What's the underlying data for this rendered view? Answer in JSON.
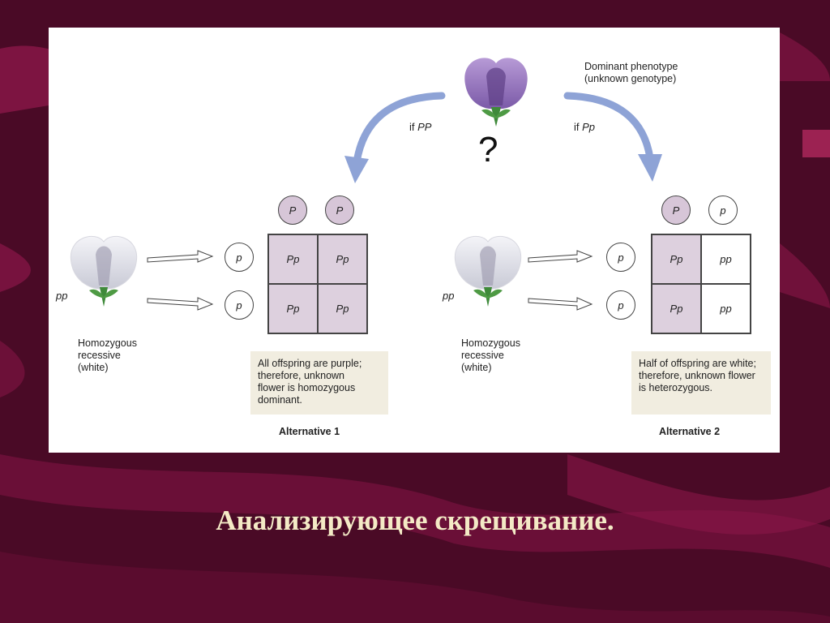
{
  "colors": {
    "background": "#4a0a26",
    "panel": "#ffffff",
    "purple_cell": "#ddd0de",
    "note_bg": "#f1ede0",
    "caption": "#f4eac6",
    "arrow_blue": "#8ea3d6"
  },
  "top": {
    "dominant_label": "Dominant phenotype\n(unknown genotype)",
    "question_mark": "?",
    "if_left_prefix": "if ",
    "if_left_genotype": "PP",
    "if_right_prefix": "if ",
    "if_right_genotype": "Pp"
  },
  "alternative1": {
    "parent_genotype": "pp",
    "parent_label": "Homozygous\nrecessive\n(white)",
    "top_alleles": [
      "P",
      "P"
    ],
    "side_alleles": [
      "p",
      "p"
    ],
    "cells": [
      "Pp",
      "Pp",
      "Pp",
      "Pp"
    ],
    "note": "All offspring are purple;\ntherefore, unknown\nflower is homozygous\ndominant.",
    "title": "Alternative 1"
  },
  "alternative2": {
    "parent_genotype": "pp",
    "parent_label": "Homozygous\nrecessive\n(white)",
    "top_alleles": [
      "P",
      "p"
    ],
    "side_alleles": [
      "p",
      "p"
    ],
    "cells": [
      "Pp",
      "pp",
      "Pp",
      "pp"
    ],
    "note": "Half of offspring are white;\ntherefore, unknown flower\nis heterozygous.",
    "title": "Alternative 2"
  },
  "caption": "Анализирующее скрещивание."
}
